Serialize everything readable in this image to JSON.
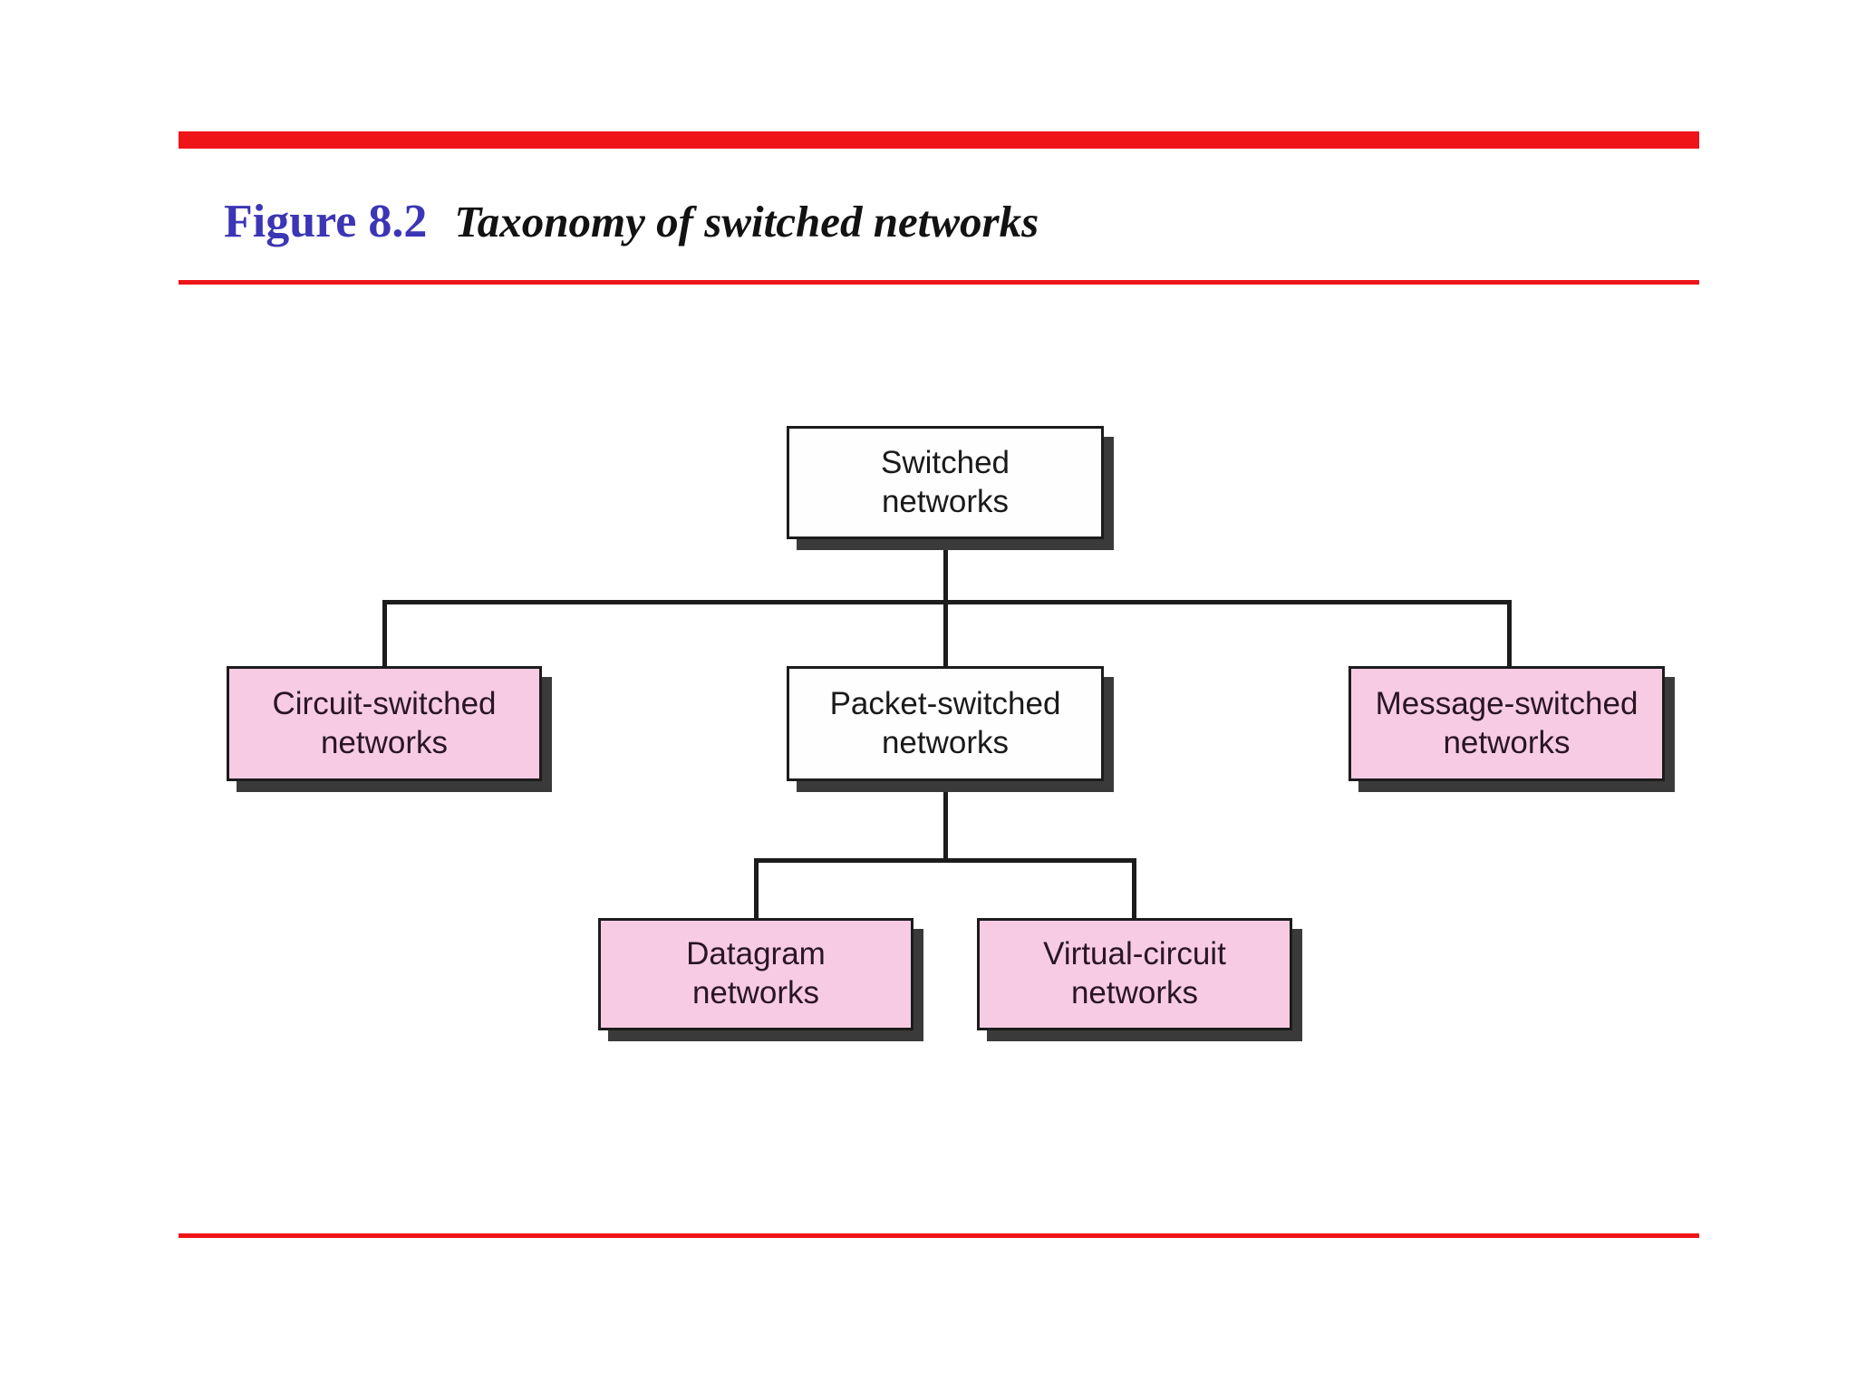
{
  "header": {
    "figure_label": "Figure 8.2",
    "figure_caption": "Taxonomy of switched networks",
    "accent_color": "#ee1418",
    "figure_label_color": "#3c35b5"
  },
  "diagram": {
    "node_fill_pink": "#f7cce2",
    "node_fill_white": "#fefefe",
    "line_color": "#1c1c1c",
    "shadow_color": "#3a3a3a",
    "nodes": [
      {
        "id": "switched-networks",
        "label": "Switched\nnetworks",
        "fill": "white",
        "level": 1
      },
      {
        "id": "circuit-switched-networks",
        "label": "Circuit-switched\nnetworks",
        "fill": "pink",
        "level": 2
      },
      {
        "id": "packet-switched-networks",
        "label": "Packet-switched\nnetworks",
        "fill": "white",
        "level": 2
      },
      {
        "id": "message-switched-networks",
        "label": "Message-switched\nnetworks",
        "fill": "pink",
        "level": 2
      },
      {
        "id": "datagram-networks",
        "label": "Datagram\nnetworks",
        "fill": "pink",
        "level": 3
      },
      {
        "id": "virtual-circuit-networks",
        "label": "Virtual-circuit\nnetworks",
        "fill": "pink",
        "level": 3
      }
    ],
    "edges": [
      {
        "from": "switched-networks",
        "to": "circuit-switched-networks"
      },
      {
        "from": "switched-networks",
        "to": "packet-switched-networks"
      },
      {
        "from": "switched-networks",
        "to": "message-switched-networks"
      },
      {
        "from": "packet-switched-networks",
        "to": "datagram-networks"
      },
      {
        "from": "packet-switched-networks",
        "to": "virtual-circuit-networks"
      }
    ]
  }
}
